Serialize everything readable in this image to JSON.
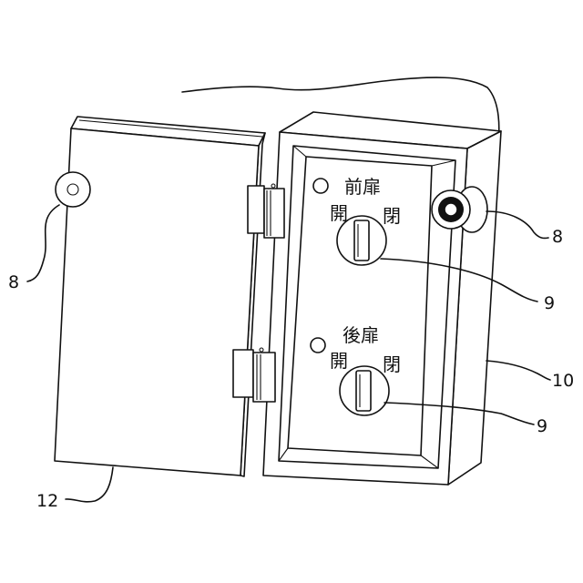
{
  "figure": {
    "reference_numerals": {
      "camera_on_door": "8",
      "camera_on_box": "8",
      "switch_front": "9",
      "switch_rear": "9",
      "box": "10",
      "door": "12"
    },
    "panel": {
      "front_door_label": "前扉",
      "front_open_label": "開",
      "front_close_label": "閉",
      "rear_door_label": "後扉",
      "rear_open_label": "開",
      "rear_close_label": "閉"
    }
  }
}
